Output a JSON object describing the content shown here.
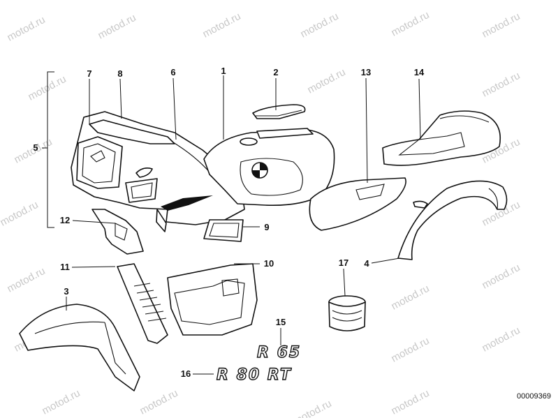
{
  "watermark": "motod.ru",
  "document_number": "00009369",
  "emblems": {
    "model_small": "R 65",
    "model_large": "R 80 RT"
  },
  "callouts": [
    {
      "id": "c1",
      "label": "1"
    },
    {
      "id": "c2",
      "label": "2"
    },
    {
      "id": "c3",
      "label": "3"
    },
    {
      "id": "c4",
      "label": "4"
    },
    {
      "id": "c5",
      "label": "5"
    },
    {
      "id": "c6",
      "label": "6"
    },
    {
      "id": "c7",
      "label": "7"
    },
    {
      "id": "c8",
      "label": "8"
    },
    {
      "id": "c9",
      "label": "9"
    },
    {
      "id": "c10",
      "label": "10"
    },
    {
      "id": "c11",
      "label": "11"
    },
    {
      "id": "c12",
      "label": "12"
    },
    {
      "id": "c13",
      "label": "13"
    },
    {
      "id": "c14",
      "label": "14"
    },
    {
      "id": "c15",
      "label": "15"
    },
    {
      "id": "c16",
      "label": "16"
    },
    {
      "id": "c17",
      "label": "17"
    }
  ]
}
